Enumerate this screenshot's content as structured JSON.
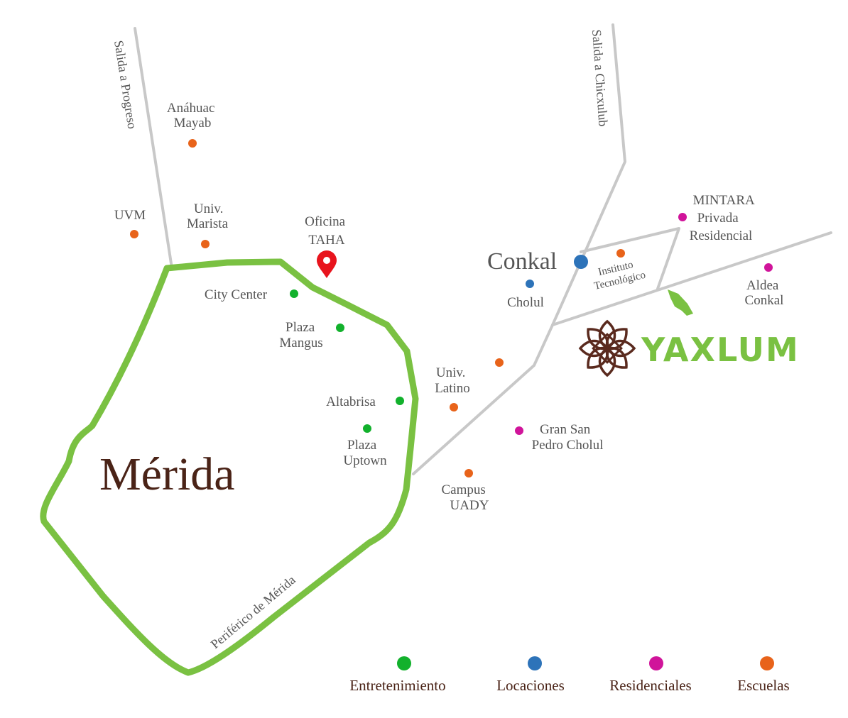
{
  "colors": {
    "periferico": "#7ac142",
    "road": "#c8c8c8",
    "entretenimiento": "#12b12c",
    "locaciones": "#2d73b9",
    "residenciales": "#d0149a",
    "escuelas": "#e8631a",
    "marker": "#e8141d",
    "brand_green": "#7ac142",
    "brand_brown": "#5a2a1e"
  },
  "city": "Mérida",
  "town": "Conkal",
  "roads": {
    "progreso": "Salida a Progreso",
    "chicxulub": "Salida a Chicxulub",
    "periferico": "Periférico de Mérida"
  },
  "office": {
    "line1": "Oficina",
    "line2": "TAHA",
    "icon": "map-pin-icon"
  },
  "places": {
    "anahuac": [
      "Anáhuac",
      "Mayab"
    ],
    "uvm": [
      "UVM"
    ],
    "marista": [
      "Univ.",
      "Marista"
    ],
    "city_center": [
      "City Center"
    ],
    "mangus": [
      "Plaza",
      "Mangus"
    ],
    "altabrisa": [
      "Altabrisa"
    ],
    "uptown": [
      "Plaza",
      "Uptown"
    ],
    "latino": [
      "Univ.",
      "Latino"
    ],
    "uady": [
      "Campus",
      "UADY"
    ],
    "gran_san_pedro": [
      "Gran San",
      "Pedro Cholul"
    ],
    "cholul": [
      "Cholul"
    ],
    "instituto": [
      "Instituto",
      "Tecnológico"
    ],
    "mintara": [
      "MINTARA",
      "Privada",
      "Residencial"
    ],
    "aldea": [
      "Aldea",
      "Conkal"
    ]
  },
  "brand": {
    "name": "YAXLUM",
    "icon": "lotus-logo-icon"
  },
  "legend": [
    {
      "label": "Entretenimiento",
      "color_key": "entretenimiento"
    },
    {
      "label": "Locaciones",
      "color_key": "locaciones"
    },
    {
      "label": "Residenciales",
      "color_key": "residenciales"
    },
    {
      "label": "Escuelas",
      "color_key": "escuelas"
    }
  ]
}
